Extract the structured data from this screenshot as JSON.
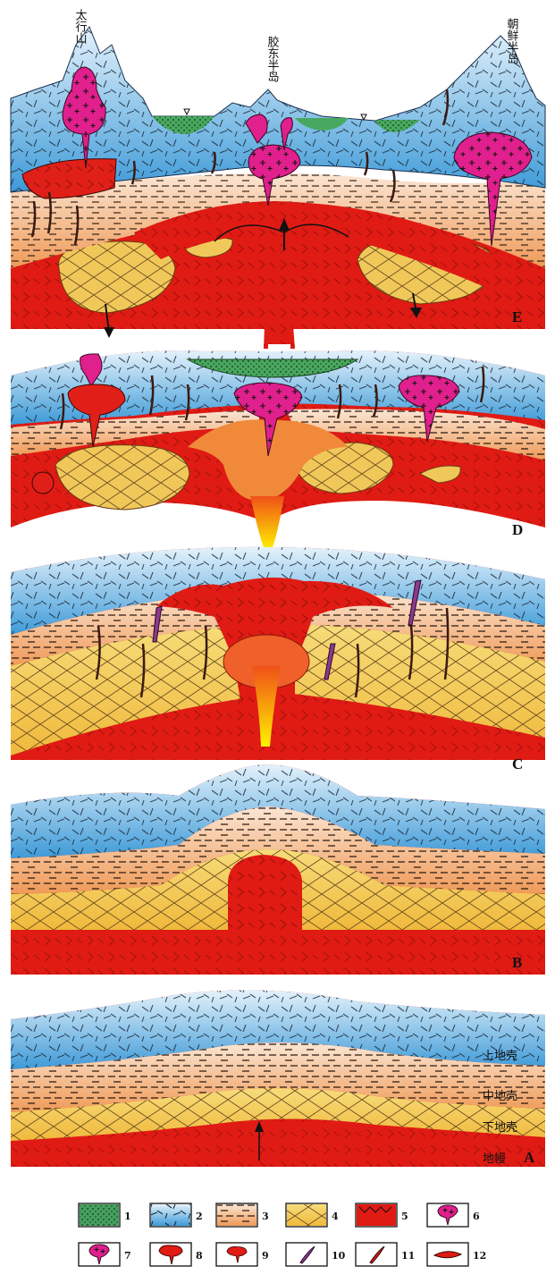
{
  "place_labels": {
    "taihang": "太行山",
    "jiaodong": "胶东半岛",
    "korea": "朝鲜半岛"
  },
  "layer_labels": {
    "upper_crust": "上地壳",
    "middle_crust": "中地壳",
    "lower_crust": "下地壳",
    "mantle": "地幔"
  },
  "panels": [
    "E",
    "D",
    "C",
    "B",
    "A"
  ],
  "legend": [
    {
      "num": "1",
      "swatch": "basin-sediment"
    },
    {
      "num": "2",
      "swatch": "upper-crust"
    },
    {
      "num": "3",
      "swatch": "middle-crust"
    },
    {
      "num": "4",
      "swatch": "lower-crust"
    },
    {
      "num": "5",
      "swatch": "mantle-hatch"
    },
    {
      "num": "6",
      "swatch": "granite-cross"
    },
    {
      "num": "7",
      "swatch": "granite-plus"
    },
    {
      "num": "8",
      "swatch": "mushroom-red"
    },
    {
      "num": "9",
      "swatch": "mushroom-red-small"
    },
    {
      "num": "10",
      "swatch": "dike-purple"
    },
    {
      "num": "11",
      "swatch": "dike-red"
    },
    {
      "num": "12",
      "swatch": "lens-red"
    }
  ],
  "colors": {
    "upper": "#3d9ad8",
    "upper_light": "#dceef8",
    "middle": "#f0a060",
    "middle_light": "#fbe4d2",
    "lower": "#f2c64a",
    "lower_light": "#f6df8e",
    "mantle": "#e01b14",
    "magenta": "#e0208c",
    "green": "#46a060",
    "yellow": "#ffe600",
    "purple": "#8c3a8c"
  }
}
